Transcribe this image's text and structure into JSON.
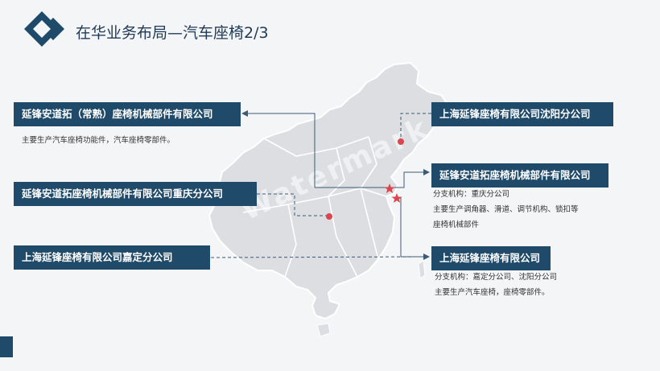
{
  "page": {
    "title": "在华业务布局—汽车座椅2/3"
  },
  "watermark": "Watermark",
  "left_labels": [
    {
      "name": "延锋安道拓（常熟）座椅机械部件有限公司",
      "lines": [
        "主要生产汽车座椅功能件，汽车座椅零部件。"
      ]
    },
    {
      "name": "延锋安道拓座椅机械部件有限公司重庆分公司",
      "lines": []
    },
    {
      "name": "上海延锋座椅有限公司嘉定分公司",
      "lines": []
    }
  ],
  "right_labels": [
    {
      "name": "上海延锋座椅有限公司沈阳分公司",
      "lines": []
    },
    {
      "name": "延锋安道拓座椅机械部件有限公司",
      "lines": [
        "分支机构：重庆分公司",
        "主要生产调角器、滑道、调节机构、锁扣等",
        "座椅机械部件"
      ]
    },
    {
      "name": "上海延锋座椅有限公司",
      "lines": [
        "分支机构：嘉定分公司、沈阳分公司",
        "主要生产汽车座椅，座椅零部件。"
      ]
    }
  ],
  "colors": {
    "accent": "#1f4a6a",
    "map_fill": "#dcdee1",
    "map_stroke": "#ffffff",
    "marker": "#d9474c",
    "background": "#f4f5f7"
  },
  "icons": {
    "header": "double-diamond-icon",
    "markers": [
      "location-dot-icon",
      "star-icon"
    ]
  }
}
